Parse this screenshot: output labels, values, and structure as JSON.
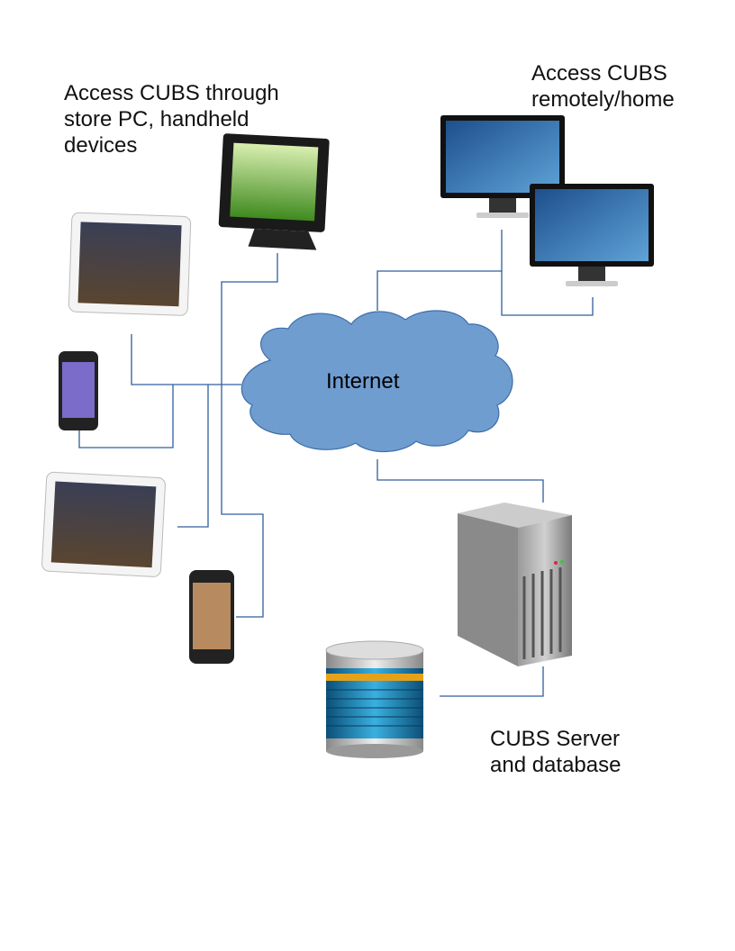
{
  "labels": {
    "store_access": "Access CUBS through\nstore PC, handheld\ndevices",
    "remote_access": "Access CUBS\nremotely/home",
    "internet": "Internet",
    "server": "CUBS Server\nand database"
  },
  "colors": {
    "line": "#2f5f9e",
    "cloud_fill": "#6f9dd0",
    "cloud_stroke": "#3d6ea8"
  },
  "icons": [
    "tablet-icon",
    "phone-icon",
    "store-pc-monitor-icon",
    "desktop-monitor-icon",
    "server-tower-icon",
    "database-icon",
    "cloud-icon"
  ]
}
